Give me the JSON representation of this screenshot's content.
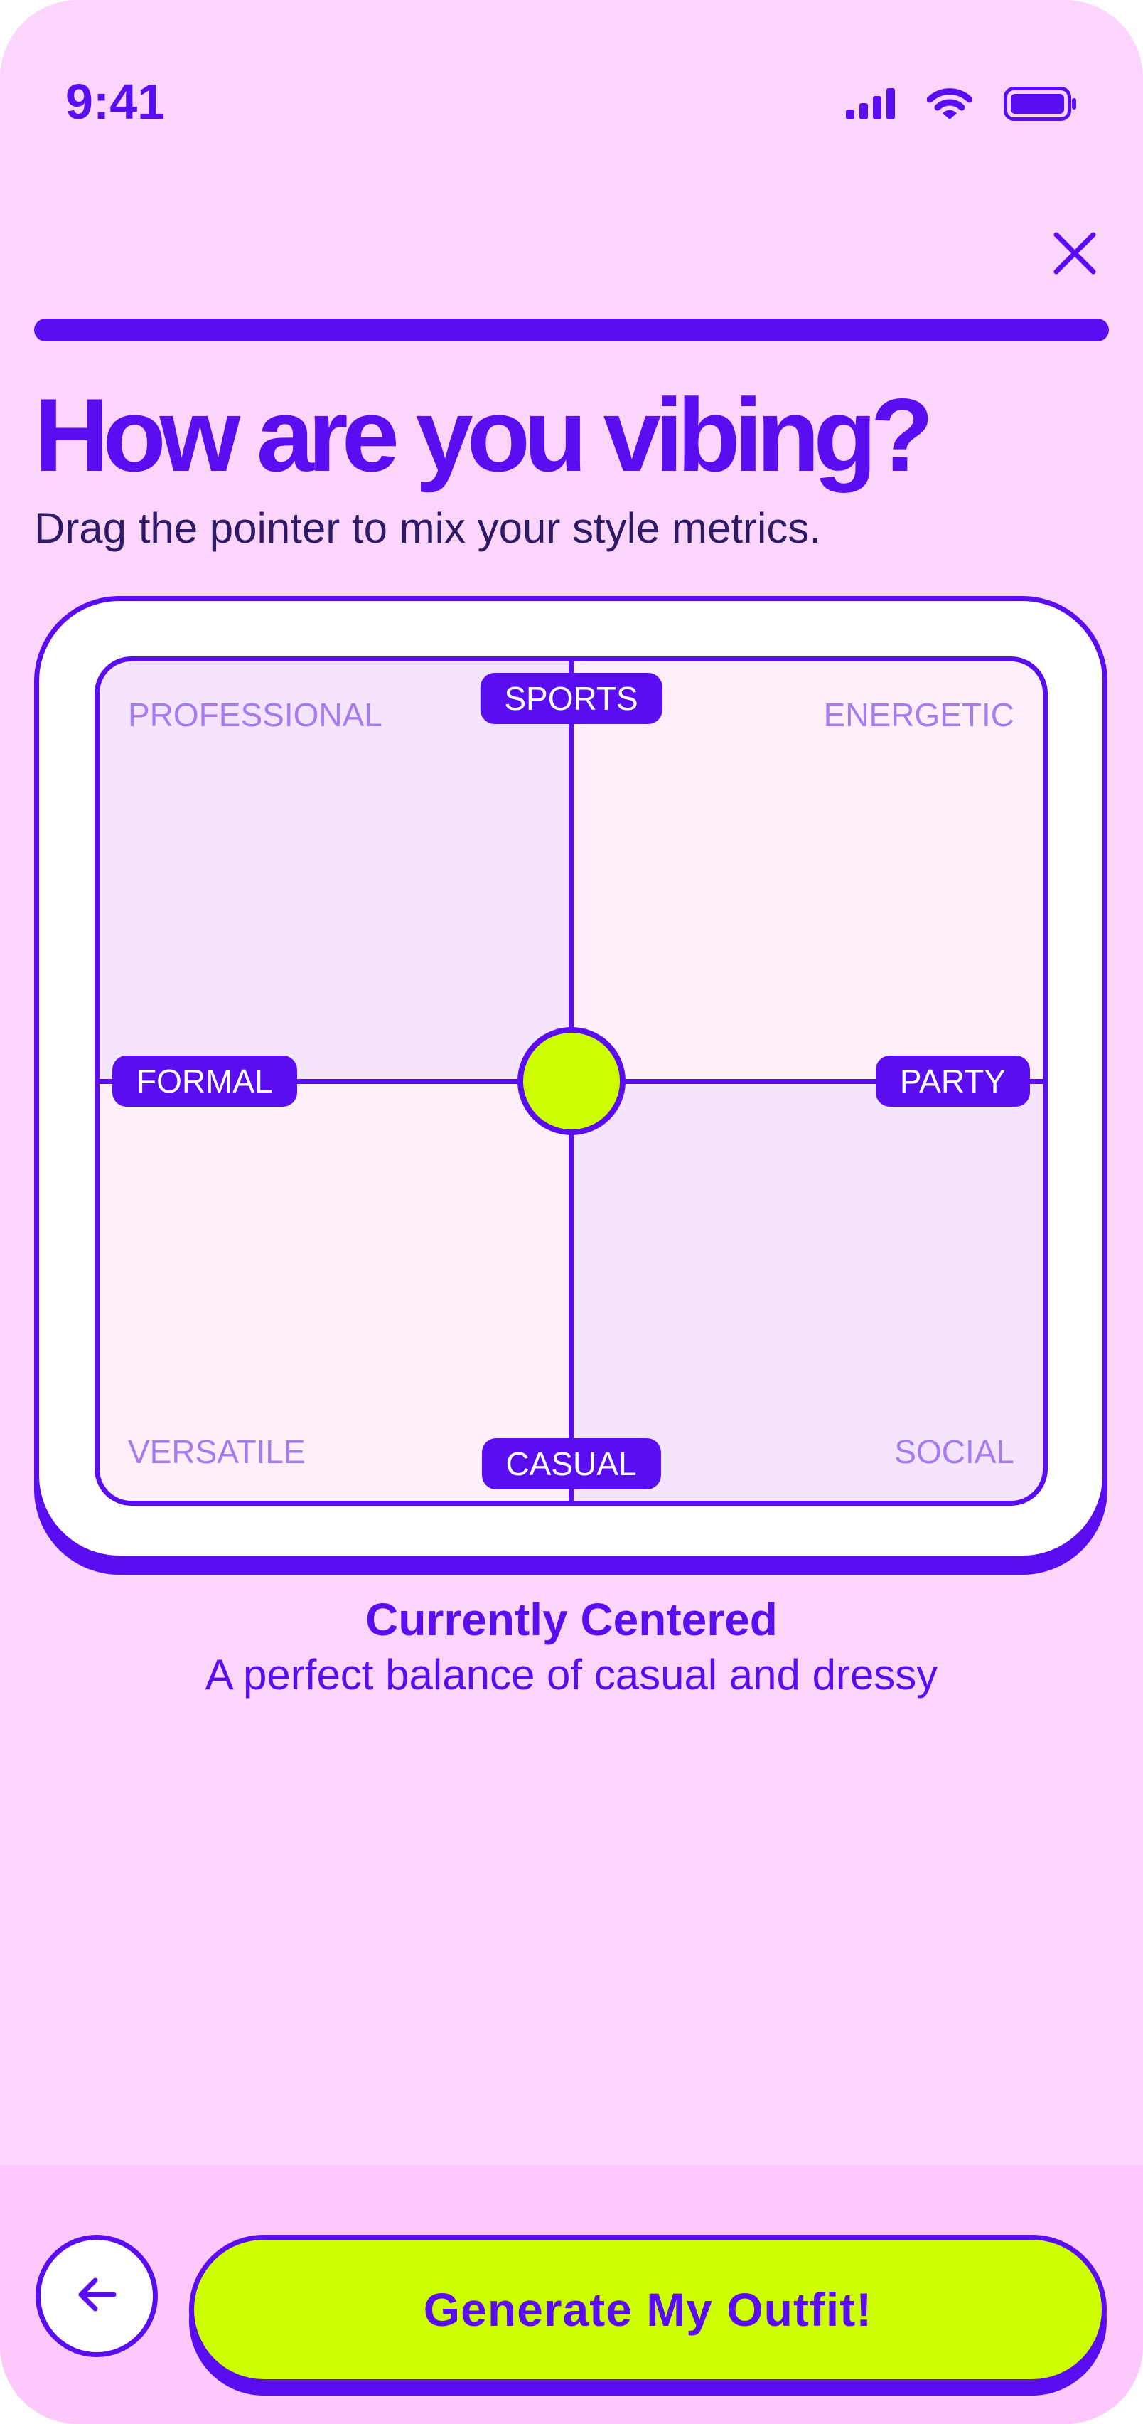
{
  "status_bar": {
    "time": "9:41",
    "icons": [
      "cellular-signal-icon",
      "wifi-icon",
      "battery-icon"
    ]
  },
  "header": {
    "close_icon": "close-icon",
    "progress_percent": 100
  },
  "title": "How are you vibing?",
  "subtitle": "Drag the pointer to mix your style metrics.",
  "style_grid": {
    "axis_labels": {
      "top": "SPORTS",
      "bottom": "CASUAL",
      "left": "FORMAL",
      "right": "PARTY"
    },
    "corner_labels": {
      "top_left": "PROFESSIONAL",
      "top_right": "ENERGETIC",
      "bottom_left": "VERSATILE",
      "bottom_right": "SOCIAL"
    },
    "pointer_position": {
      "x": 0,
      "y": 0
    }
  },
  "status": {
    "title": "Currently Centered",
    "description": "A perfect balance of casual and dressy"
  },
  "footer": {
    "back_icon": "arrow-left-icon",
    "generate_label": "Generate My Outfit!"
  },
  "colors": {
    "background": "#fcd5fc",
    "accent": "#5a0df0",
    "highlight": "#cdff00",
    "muted_label": "#a47cf0"
  }
}
